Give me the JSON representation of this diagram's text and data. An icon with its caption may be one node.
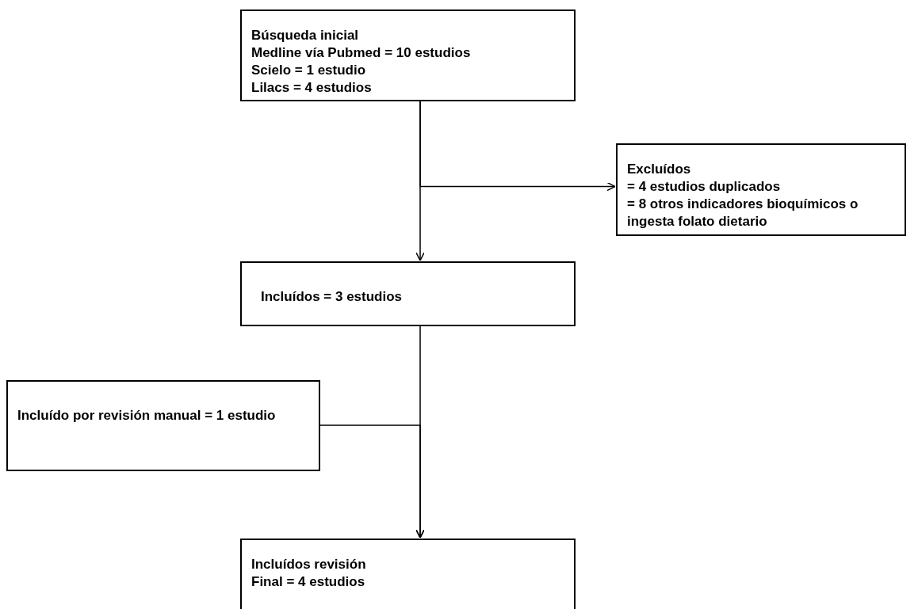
{
  "diagram": {
    "nodes": [
      {
        "text": [
          "Búsqueda inicial",
          "Medline vía Pubmed = 10 estudios",
          "Scielo = 1 estudio",
          "Lilacs = 4 estudios"
        ]
      },
      {
        "text": [
          "Excluídos",
          "= 4 estudios duplicados",
          "= 8 otros indicadores bioquímicos o ingesta folato dietario"
        ]
      },
      {
        "text": [
          "Incluídos = 3 estudios"
        ]
      },
      {
        "text": [
          "Incluído por revisión manual = 1 estudio"
        ]
      },
      {
        "text": [
          "Incluídos revisión",
          "Final = 4 estudios"
        ]
      }
    ],
    "edges": [
      {
        "from": 0,
        "to": 2,
        "arrow": "to"
      },
      {
        "from": 0,
        "to": 1,
        "arrow": "to"
      },
      {
        "from": 2,
        "to": 4,
        "arrow": "to"
      },
      {
        "from": 3,
        "to": 4,
        "arrow": "to"
      }
    ]
  }
}
